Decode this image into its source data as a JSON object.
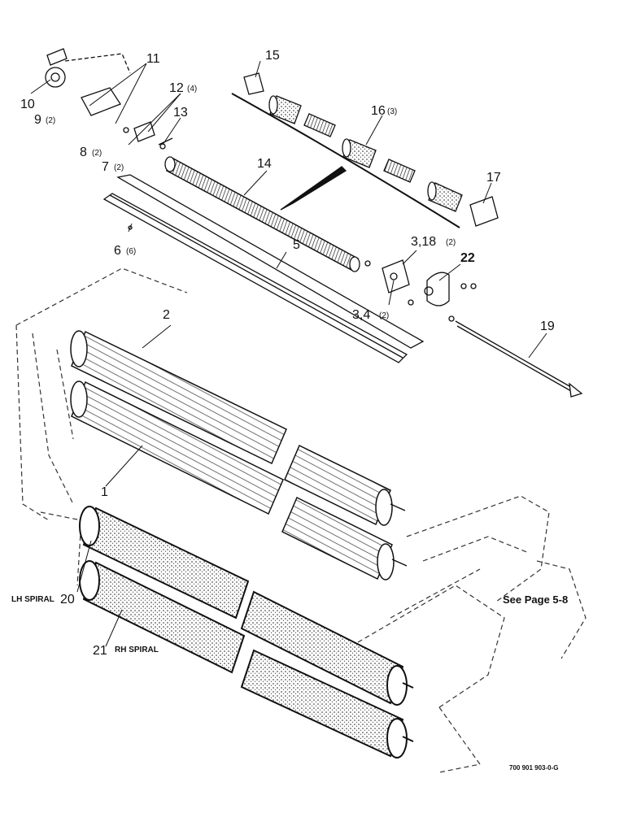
{
  "callouts": {
    "c1": "1",
    "c2": "2",
    "c3_18": "3,18",
    "c3_18_qty": "(2)",
    "c3_4": "3,4",
    "c3_4_qty": "(2)",
    "c5": "5",
    "c6": "6",
    "c6_qty": "(6)",
    "c7": "7",
    "c7_qty": "(2)",
    "c8": "8",
    "c8_qty": "(2)",
    "c9": "9",
    "c9_qty": "(2)",
    "c10": "10",
    "c11": "11",
    "c12": "12",
    "c12_qty": "(4)",
    "c13": "13",
    "c14": "14",
    "c15": "15",
    "c16": "16",
    "c16_qty": "(3)",
    "c17": "17",
    "c19": "19",
    "c20": "20",
    "c21": "21",
    "c22": "22"
  },
  "notes": {
    "lh_spiral": "LH SPIRAL",
    "rh_spiral": "RH SPIRAL",
    "see_page": "See Page 5-8"
  },
  "figure_id": "700 901 903-0-G"
}
